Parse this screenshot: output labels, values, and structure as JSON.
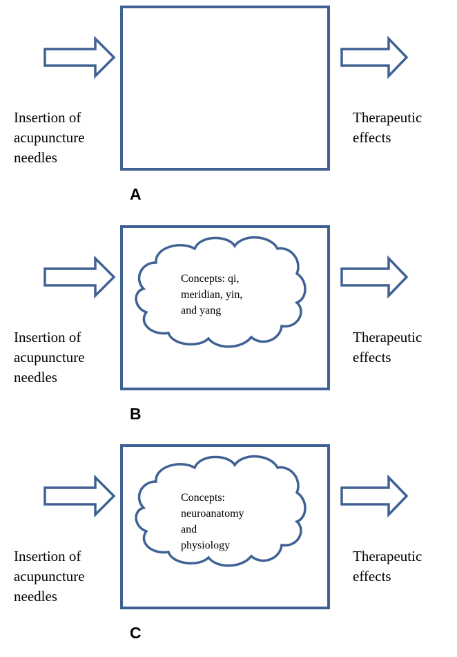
{
  "colors": {
    "stroke": "#3f6194",
    "text": "#000000"
  },
  "panels": [
    {
      "id": "A",
      "label": "A",
      "input_text": "Insertion of\nacupuncture\nneedles",
      "output_text": "Therapeutic\neffects",
      "cloud_text": null
    },
    {
      "id": "B",
      "label": "B",
      "input_text": "Insertion of\nacupuncture\nneedles",
      "output_text": "Therapeutic\neffects",
      "cloud_text": "Concepts: qi,\nmeridian, yin,\nand yang"
    },
    {
      "id": "C",
      "label": "C",
      "input_text": "Insertion of\nacupuncture\nneedles",
      "output_text": "Therapeutic\neffects",
      "cloud_text": "Concepts:\nneuroanatomy\nand\nphysiology"
    }
  ]
}
